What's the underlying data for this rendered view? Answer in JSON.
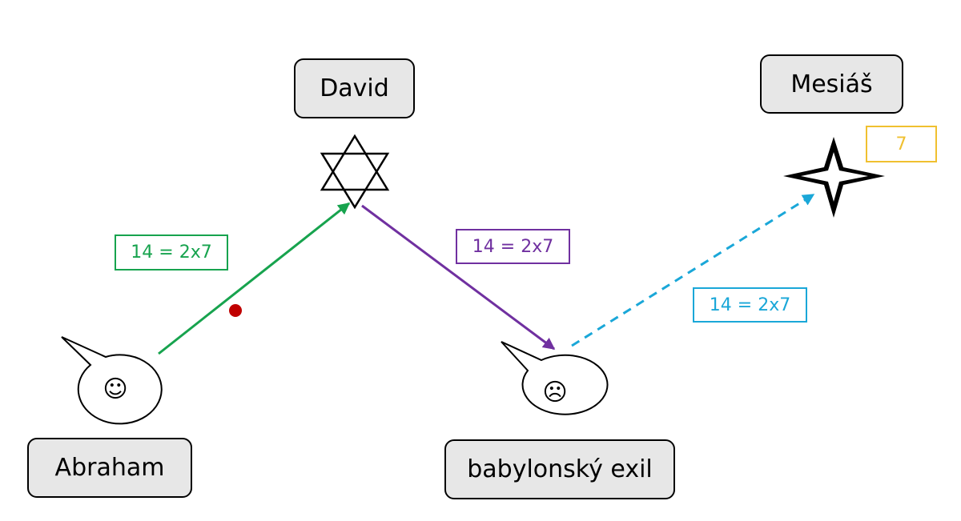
{
  "nodes": {
    "abraham": "Abraham",
    "david": "David",
    "exile": "babylonský exil",
    "messiah": "Mesiáš"
  },
  "labels": {
    "abraham_david": "14 = 2x7",
    "david_exile": "14 = 2x7",
    "exile_messiah": "14 = 2x7",
    "messiah_count": "7"
  },
  "faces": {
    "happy": "☺",
    "sad": "☹"
  },
  "colors": {
    "green": "#17a34e",
    "purple": "#7030a0",
    "cyan": "#1aa7d8",
    "gold": "#f0c030",
    "dot": "#c00000",
    "box_fill": "#e7e7e7"
  },
  "icons": {
    "david": "star-of-david-icon",
    "messiah": "four-point-star-icon"
  }
}
